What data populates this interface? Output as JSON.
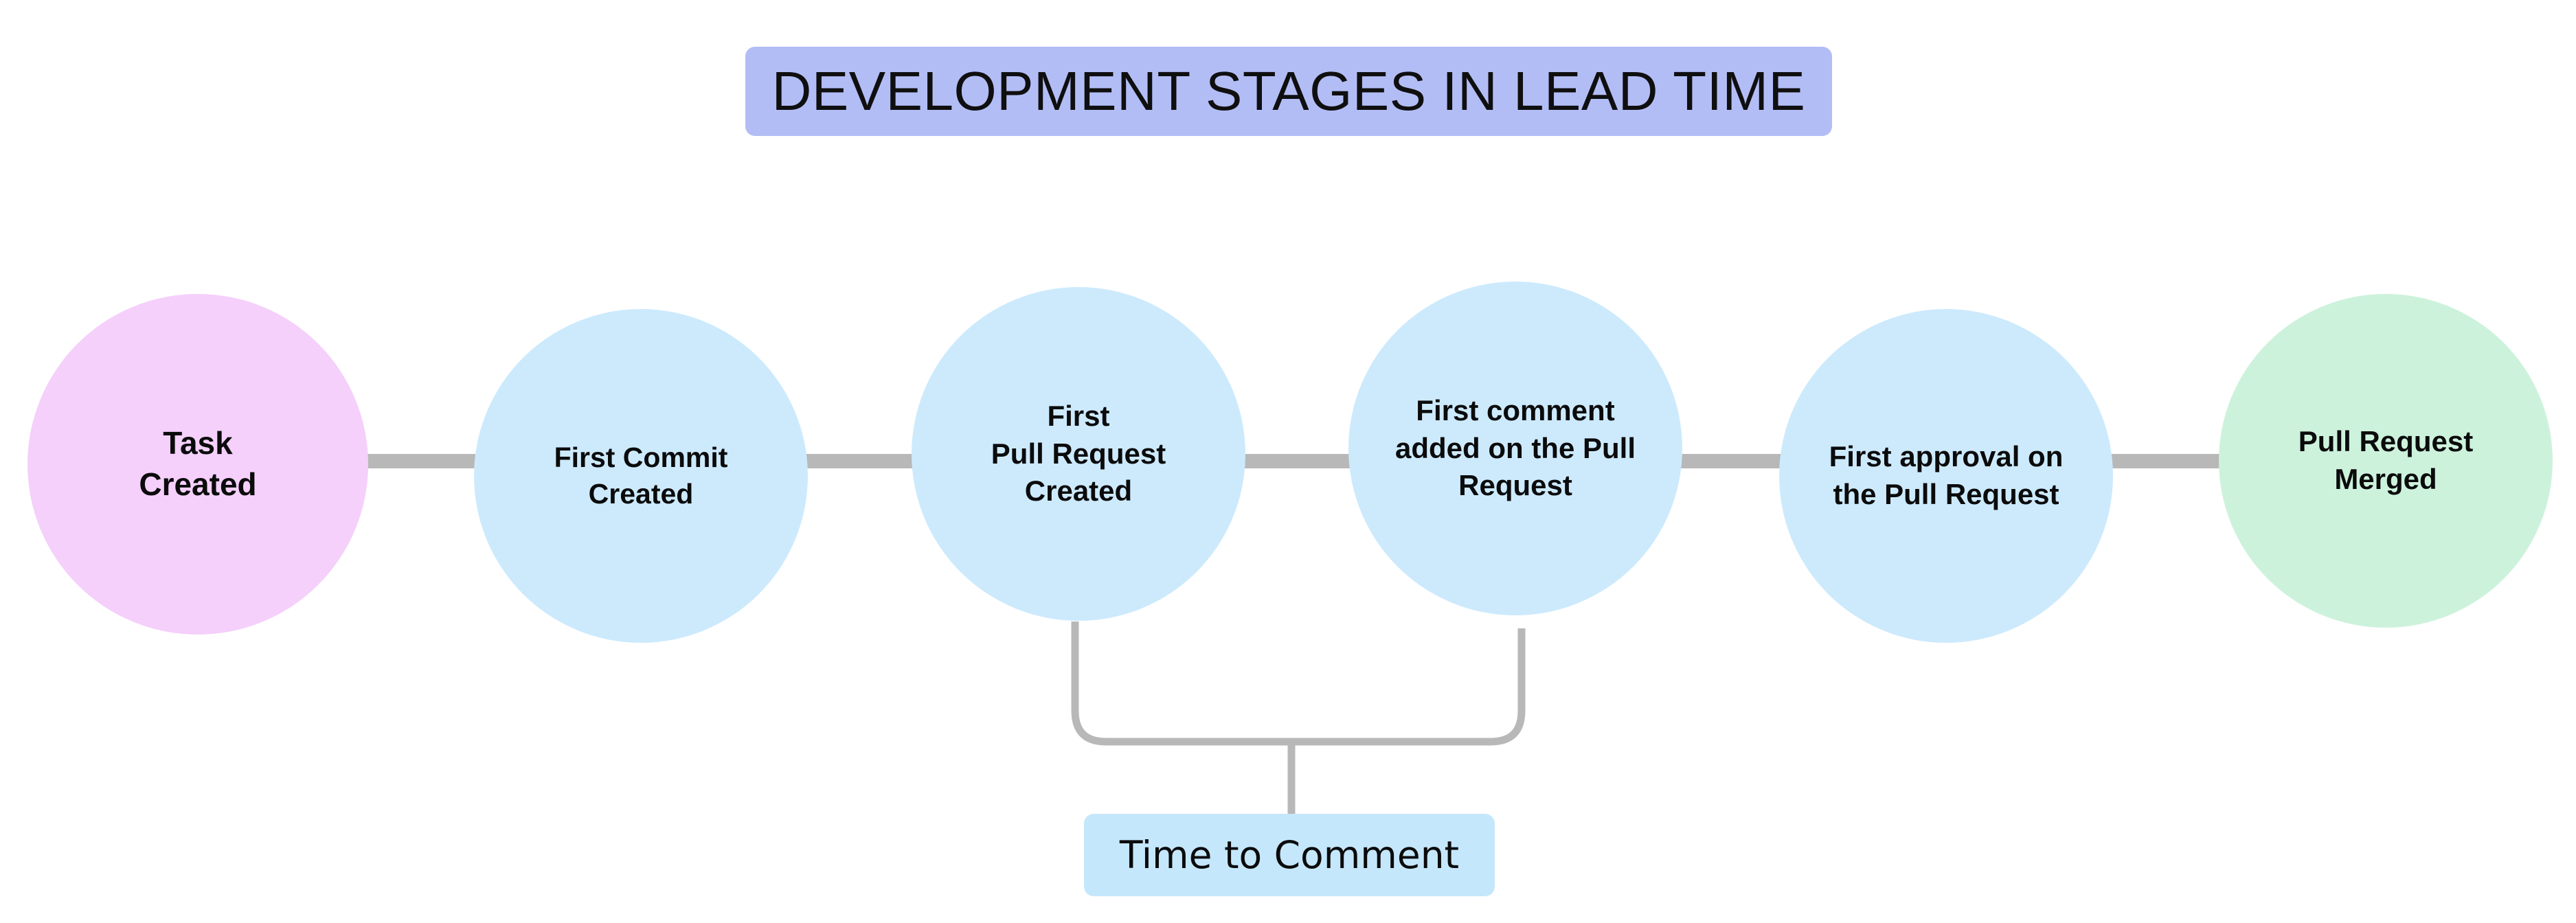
{
  "title": {
    "text": "DEVELOPMENT STAGES IN LEAD TIME",
    "background_color": "#b3bdf5",
    "text_color": "#0f0f10"
  },
  "colors": {
    "page_background": "#ffffff",
    "start_node": "#f5d0fb",
    "middle_node": "#cdeafd",
    "end_node": "#cdf2dc",
    "connector": "#b8b8b8",
    "annotation_chip": "#c5e7fb",
    "text": "#0b0b0c"
  },
  "flow": {
    "nodes": [
      {
        "id": "task-created",
        "label": "Task\nCreated",
        "fill": "#f5d0fb"
      },
      {
        "id": "first-commit",
        "label": "First Commit\nCreated",
        "fill": "#cdeafd"
      },
      {
        "id": "first-pull-request",
        "label": "First\nPull Request\nCreated",
        "fill": "#cdeafd"
      },
      {
        "id": "first-comment",
        "label": "First comment\nadded on the Pull\nRequest",
        "fill": "#cdeafd"
      },
      {
        "id": "first-approval",
        "label": "First approval on\nthe Pull Request",
        "fill": "#cdeafd"
      },
      {
        "id": "pull-request-merged",
        "label": "Pull Request\nMerged",
        "fill": "#cdf2dc"
      }
    ],
    "connectors": [
      {
        "from": "task-created",
        "to": "first-commit"
      },
      {
        "from": "first-commit",
        "to": "first-pull-request"
      },
      {
        "from": "first-pull-request",
        "to": "first-comment"
      },
      {
        "from": "first-comment",
        "to": "first-approval"
      },
      {
        "from": "first-approval",
        "to": "pull-request-merged"
      }
    ],
    "annotations": [
      {
        "id": "time-to-comment",
        "label": "Time to Comment",
        "spans_from": "first-pull-request",
        "spans_to": "first-comment",
        "fill": "#c5e7fb"
      }
    ]
  }
}
